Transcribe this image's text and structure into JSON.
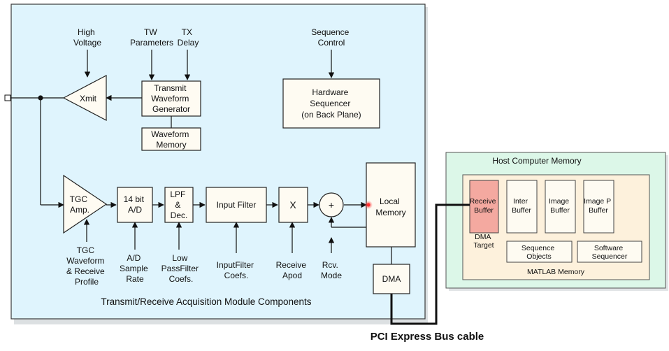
{
  "module": {
    "caption": "Transmit/Receive Acquisition Module Components",
    "inputs": {
      "high_voltage": [
        "High",
        "Voltage"
      ],
      "tw_parameters": [
        "TW",
        "Parameters"
      ],
      "tx_delay": [
        "TX",
        "Delay"
      ],
      "sequence_control": [
        "Sequence",
        "Control"
      ]
    },
    "blocks": {
      "xmit": [
        "Xmit"
      ],
      "transmit_waveform_generator": [
        "Transmit",
        "Waveform",
        "Generator"
      ],
      "waveform_memory": [
        "Waveform",
        "Memory"
      ],
      "hardware_sequencer": [
        "Hardware",
        "Sequencer",
        "(on Back Plane)"
      ],
      "tgc_amp": [
        "TGC",
        "Amp."
      ],
      "ad": [
        "14 bit",
        "A/D"
      ],
      "lpf": [
        "LPF",
        "&",
        "Dec."
      ],
      "input_filter": [
        "Input Filter"
      ],
      "multiplier": [
        "X"
      ],
      "adder": [
        "+"
      ],
      "local_memory": [
        "Local",
        "Memory"
      ],
      "dma": [
        "DMA"
      ]
    },
    "bottom_labels": {
      "tgc": [
        "TGC",
        "Waveform",
        "& Receive",
        "Profile"
      ],
      "ad_rate": [
        "A/D",
        "Sample",
        "Rate"
      ],
      "lpf_coefs": [
        "Low",
        "PassFilter",
        "Coefs."
      ],
      "inputfilter_coefs": [
        "InputFilter",
        "Coefs."
      ],
      "receive_apod": [
        "Receive",
        "Apod"
      ],
      "rcv_mode": [
        "Rcv.",
        "Mode"
      ]
    }
  },
  "host": {
    "title": "Host Computer Memory",
    "matlab_label": "MATLAB Memory",
    "buffers": {
      "receive": [
        "Receive",
        "Buffer"
      ],
      "inter": [
        "Inter",
        "Buffer"
      ],
      "image": [
        "Image",
        "Buffer"
      ],
      "imagep": [
        "Image P",
        "Buffer"
      ]
    },
    "dma_target": [
      "DMA",
      "Target"
    ],
    "sequence_objects": [
      "Sequence",
      "Objects"
    ],
    "software_sequencer": [
      "Software",
      "Sequencer"
    ]
  },
  "cable_label": "PCI Express Bus cable",
  "colors": {
    "module_bg": "#dff4fd",
    "host_bg": "#dcf7e8",
    "matlab_bg": "#fdf1dc",
    "receive_buffer": "#f4a9a0",
    "box_fill": "#fefbf2"
  }
}
